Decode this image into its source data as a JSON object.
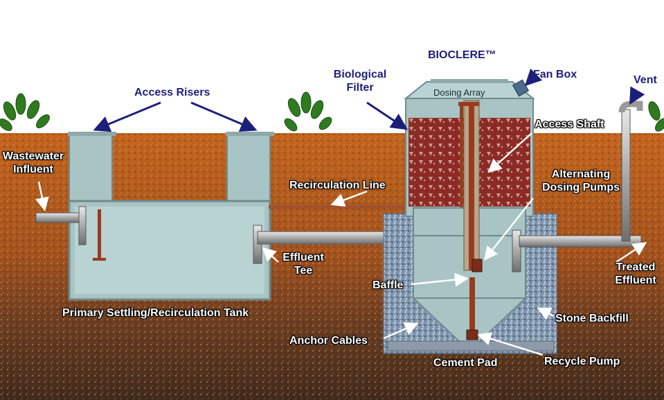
{
  "title": "BIOCLERE™",
  "labels": {
    "access_risers": "Access Risers",
    "biological_filter_1": "Biological",
    "biological_filter_2": "Filter",
    "fan_box": "Fan Box",
    "vent": "Vent",
    "dosing_array": "Dosing Array",
    "access_shaft": "Access Shaft",
    "wastewater_1": "Wastewater",
    "wastewater_2": "Influent",
    "recirculation_line": "Recirculation Line",
    "alternating_1": "Alternating",
    "alternating_2": "Dosing Pumps",
    "effluent_tee_1": "Effluent",
    "effluent_tee_2": "Tee",
    "treated_1": "Treated",
    "treated_2": "Effluent",
    "baffle": "Baffle",
    "primary_tank": "Primary Settling/Recirculation Tank",
    "stone_backfill": "Stone Backfill",
    "anchor_cables": "Anchor Cables",
    "cement_pad": "Cement Pad",
    "recycle_pump": "Recycle Pump"
  },
  "colors": {
    "label_blue": "#1c1f7a",
    "soil_top": "#b85a1e",
    "soil_deep": "#4a2e1c",
    "tank": "#a9c4c4",
    "media": "#8a2a22",
    "gravel": "#7d8fa8",
    "pipe": "#b7b7b7",
    "recirc_line": "#a0522d",
    "plant": "#2f7a1f"
  }
}
